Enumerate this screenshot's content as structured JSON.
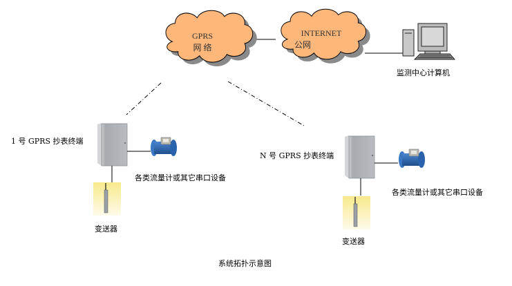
{
  "title": "系统拓扑示意图",
  "clouds": {
    "gprs": {
      "line1": "GPRS",
      "line2": "网 络"
    },
    "internet": {
      "line1": "INTERNET",
      "line2": "公网"
    }
  },
  "computer": {
    "label": "监测中心计算机"
  },
  "terminals": [
    {
      "label": "1 号 GPRS 抄表终端",
      "meter_label": "各类流量计或其它串口设备",
      "sensor_label": "变送器"
    },
    {
      "label": "N 号 GPRS 抄表终端",
      "meter_label": "各类流量计或其它串口设备",
      "sensor_label": "变送器"
    }
  ],
  "colors": {
    "cloud_fill": "#FDB77A",
    "cloud_shadow": "#8A8A8A",
    "meter_blue": "#2F6DB5",
    "box_gray": "#B9BDC2",
    "sensor_bg": "#FBF3C2"
  }
}
